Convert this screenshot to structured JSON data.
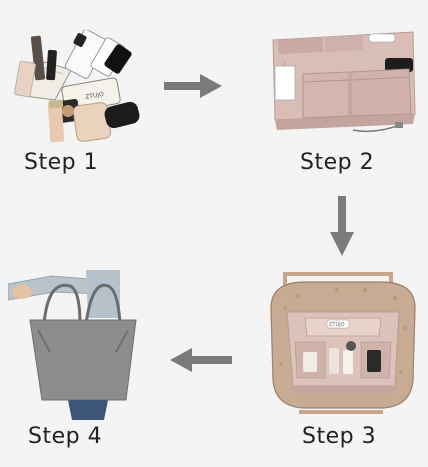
{
  "steps": [
    {
      "label": "Step 1"
    },
    {
      "label": "Step 2"
    },
    {
      "label": "Step 3"
    },
    {
      "label": "Step 4"
    }
  ],
  "product": {
    "brand_text": "ZTUJO"
  },
  "colors": {
    "background": "#f4f4f4",
    "organizer_pink": "#d8bdb6",
    "organizer_dark": "#b99c94",
    "tote_gray": "#8d8d8d",
    "arrow_gray": "#7a7a7a",
    "handle_tan": "#c9a58a"
  },
  "icons": [
    "arrow-right-icon",
    "arrow-down-icon",
    "arrow-left-icon"
  ]
}
